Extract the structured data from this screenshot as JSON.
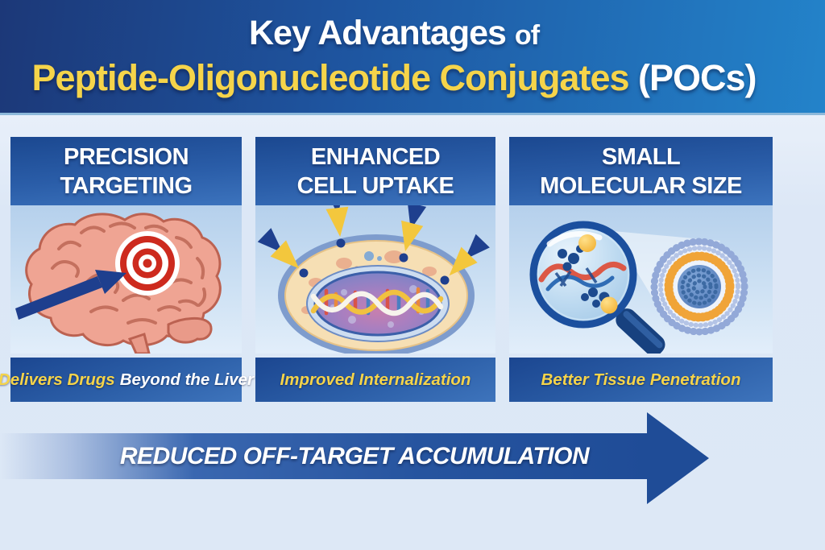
{
  "colors": {
    "header_gradient_left": "#1c3878",
    "header_gradient_right": "#2383ca",
    "accent_yellow": "#f5d44a",
    "panel_blue_dark": "#1b4890",
    "panel_blue_light": "#3c73bd",
    "flow_arrow_blue": "#1f4c97",
    "page_background": "#dde8f6"
  },
  "header": {
    "title_line1_main": "Key Advantages",
    "title_line1_suffix": "of",
    "title_line2_highlight": "Peptide-Oligonucleotide Conjugates",
    "title_line2_suffix": "(POCs)"
  },
  "panels": [
    {
      "title_line1": "PRECISION",
      "title_line2": "TARGETING",
      "illustration": "brain-with-target-and-arrow",
      "caption_highlight": "Delivers Drugs",
      "caption_rest": "Beyond the Liver"
    },
    {
      "title_line1": "ENHANCED",
      "title_line2": "CELL UPTAKE",
      "illustration": "cell-with-membrane-arrows-and-dna",
      "caption_highlight": "Improved Internalization",
      "caption_rest": ""
    },
    {
      "title_line1": "SMALL",
      "title_line2": "MOLECULAR SIZE",
      "illustration": "magnifier-molecules-and-liposome",
      "caption_highlight": "Better Tissue Penetration",
      "caption_rest": ""
    }
  ],
  "bottom_banner": {
    "label": "REDUCED OFF-TARGET ACCUMULATION"
  }
}
